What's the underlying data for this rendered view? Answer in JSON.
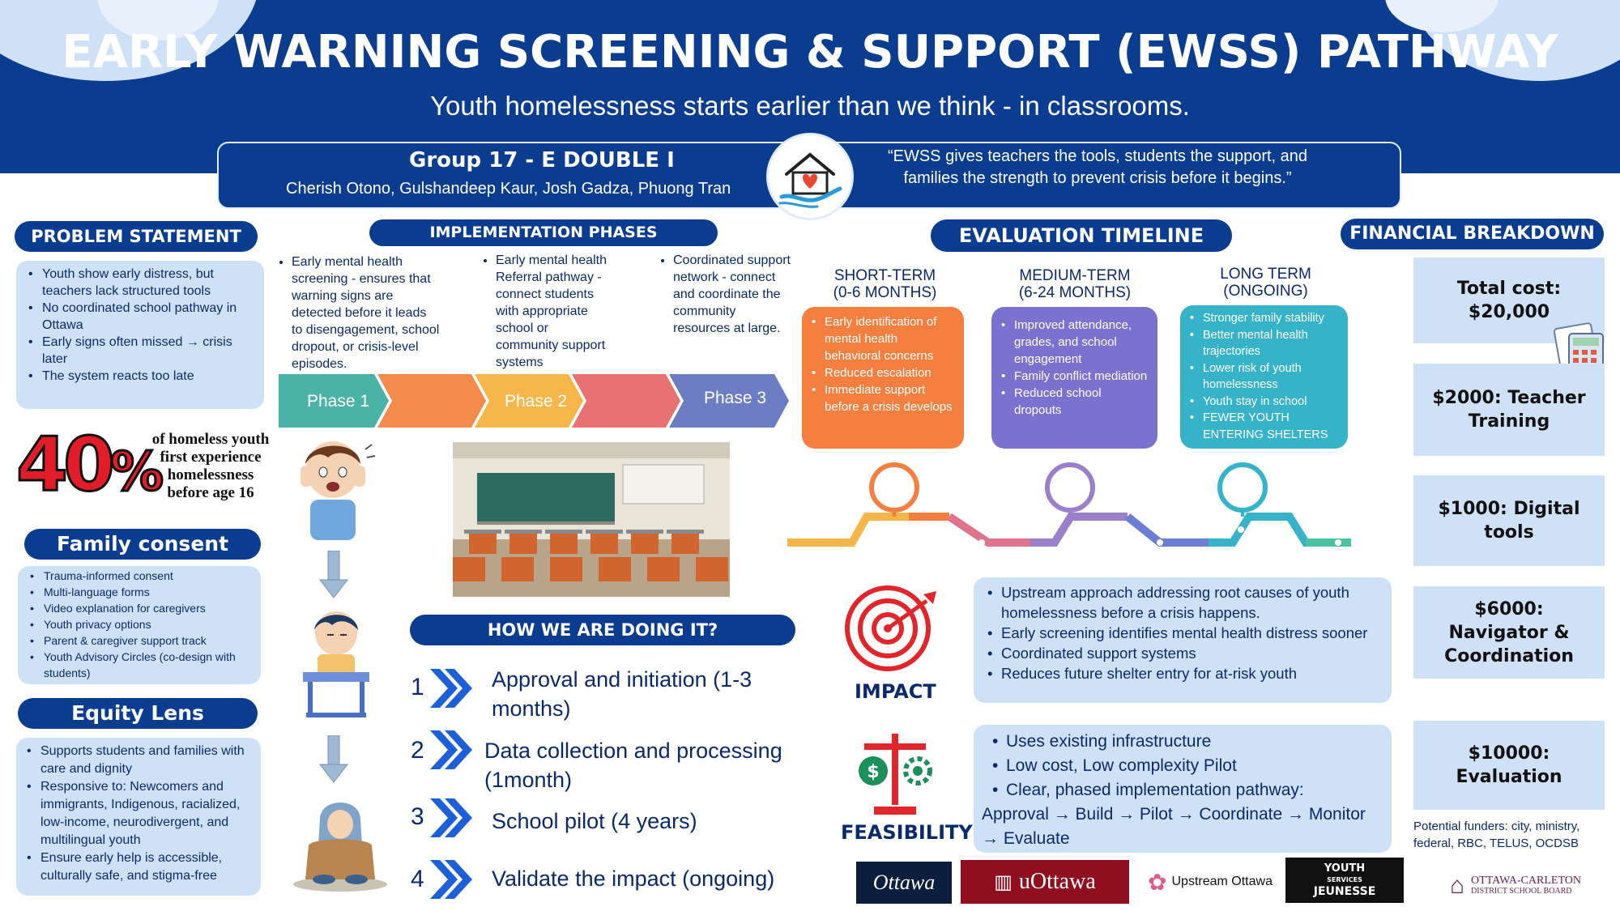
{
  "header": {
    "title": "EARLY WARNING SCREENING & SUPPORT (EWSS) PATHWAY",
    "subtitle": "Youth homelessness starts earlier than we think - in classrooms.",
    "group_title": "Group 17 - E DOUBLE I",
    "members": "Cherish Otono, Gulshandeep Kaur, Josh Gadza, Phuong Tran",
    "quote": "“EWSS gives teachers the tools, students the support, and families the strength to prevent crisis before it begins.”"
  },
  "problem": {
    "heading": "PROBLEM STATEMENT",
    "items": [
      "Youth show early distress, but teachers lack structured tools",
      "No coordinated school pathway in Ottawa",
      "Early signs often missed → crisis later",
      "The system reacts too late"
    ]
  },
  "stat": {
    "number": "40",
    "percent": "%",
    "text": "of homeless youth first experience homelessness before age 16"
  },
  "consent": {
    "heading": "Family consent",
    "items": [
      "Trauma-informed consent",
      "Multi-language forms",
      "Video explanation for caregivers",
      "Youth privacy options",
      "Parent & caregiver support track",
      "Youth Advisory Circles (co-design with students)"
    ]
  },
  "equity": {
    "heading": "Equity Lens",
    "items": [
      "Supports students and families with care and dignity",
      "Responsive to: Newcomers and immigrants, Indigenous, racialized, low-income, neurodivergent, and multilingual youth",
      "Ensure early help is accessible, culturally safe, and stigma-free"
    ]
  },
  "phases": {
    "heading": "IMPLEMENTATION PHASES",
    "items": [
      {
        "label": "Phase 1",
        "text": "Early mental health screening - ensures that warning signs are detected before it leads to disengagement, school dropout, or crisis-level episodes."
      },
      {
        "label": "Phase 2",
        "text": "Early mental health Referral pathway - connect students with appropriate school or community support systems"
      },
      {
        "label": "Phase 3",
        "text": "Coordinated support network - connect and coordinate the community resources at large."
      }
    ],
    "colors": [
      "#4bb3a6",
      "#f28b4b",
      "#f6b64a",
      "#e87272",
      "#6c7dc4"
    ]
  },
  "how": {
    "heading": "HOW WE ARE DOING IT?",
    "steps": [
      {
        "num": "1",
        "text": "Approval and initiation (1-3 months)"
      },
      {
        "num": "2",
        "text": "Data collection and processing (1month)"
      },
      {
        "num": "3",
        "text": "School pilot (4 years)"
      },
      {
        "num": "4",
        "text": "Validate the impact (ongoing)"
      }
    ]
  },
  "evaluation": {
    "heading": "EVALUATION TIMELINE",
    "terms": [
      {
        "title": "SHORT-TERM",
        "range": "(0-6 MONTHS)",
        "color": "#f47f3f",
        "items": [
          "Early identification of mental health behavioral concerns",
          "Reduced escalation",
          "Immediate support before a crisis develops"
        ]
      },
      {
        "title": "MEDIUM-TERM",
        "range": "(6-24 MONTHS)",
        "color": "#7b72cf",
        "items": [
          "Improved attendance, grades, and school engagement",
          "Family conflict mediation",
          "Reduced school dropouts"
        ]
      },
      {
        "title": "LONG TERM",
        "range": "(ONGOING)",
        "color": "#37b3c9",
        "items": [
          "Stronger family stability",
          "Better mental health trajectories",
          "Lower risk of youth homelessness",
          "Youth stay in school",
          "FEWER YOUTH ENTERING SHELTERS"
        ]
      }
    ]
  },
  "impact": {
    "label": "IMPACT",
    "items": [
      "Upstream approach addressing root causes of youth homelessness before a crisis happens.",
      "Early screening identifies mental health distress sooner",
      "Coordinated support systems",
      "Reduces future shelter entry for at-risk youth"
    ]
  },
  "feasibility": {
    "label": "FEASIBILITY",
    "items": [
      "Uses existing infrastructure",
      "Low cost, Low complexity Pilot",
      "Clear, phased implementation pathway:"
    ],
    "pathway": "Approval → Build → Pilot → Coordinate → Monitor → Evaluate"
  },
  "financial": {
    "heading": "FINANCIAL BREAKDOWN",
    "items": [
      "Total cost: $20,000",
      "$2000: Teacher Training",
      "$1000: Digital tools",
      "$6000: Navigator & Coordination",
      "$10000: Evaluation"
    ],
    "funders": "Potential funders: city, ministry, federal, RBC, TELUS, OCDSB"
  },
  "partners": {
    "ottawa": "Ottawa",
    "uottawa": "uOttawa",
    "upstream": "Upstream Ottawa",
    "youth_top": "YOUTH",
    "youth_mid": "SERVICES",
    "youth_bottom": "JEUNESSE",
    "ocdsb_top": "OTTAWA-CARLETON",
    "ocdsb_bottom": "DISTRICT SCHOOL BOARD"
  }
}
